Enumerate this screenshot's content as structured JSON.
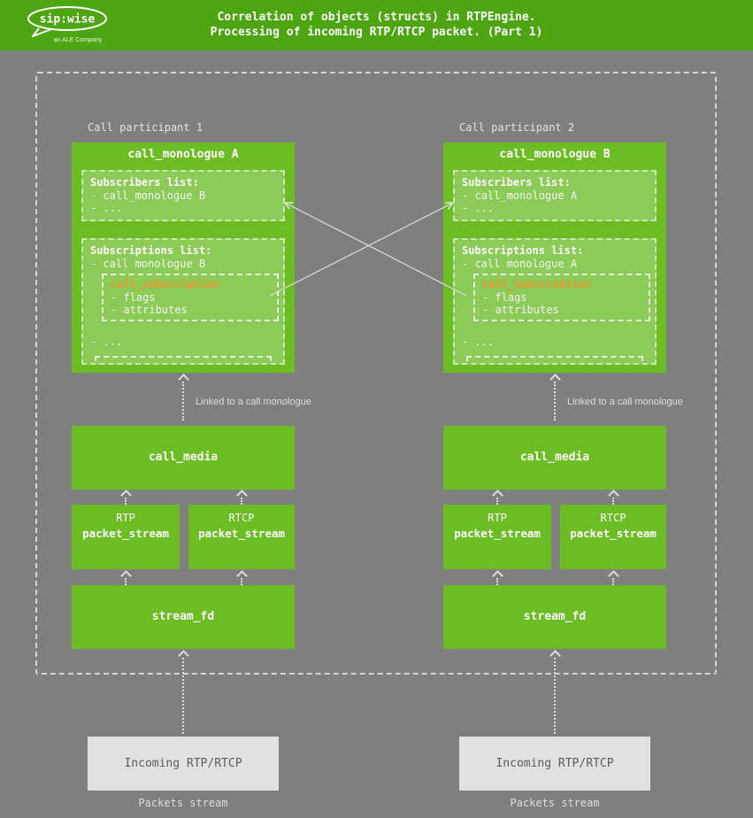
{
  "header": {
    "title_line1": "Correlation of objects (structs) in RTPEngine.",
    "title_line2": "Processing of incoming RTP/RTCP packet. (Part 1)",
    "logo": {
      "text": "sip:wise",
      "subtext": "an ALE Company"
    }
  },
  "colors": {
    "header_green": "#4da512",
    "box_green": "#6bbd23",
    "subbox_green": "#8ccb57",
    "background_gray": "#7f7f7f",
    "accent_orange": "#e89a30",
    "light_text": "#dcdcdc",
    "incoming_box_bg": "#e1e1e1"
  },
  "participants": [
    {
      "label": "Call participant 1",
      "monologue_title": "call_monologue A",
      "subscribers_title": "Subscribers list:",
      "subscribers_item": "- call_monologue B",
      "subscribers_more": "- ...",
      "subscriptions_title": "Subscriptions list:",
      "subscriptions_item": "- call monologue B",
      "subscription_box_title": "call_subscription",
      "subscription_flags": "- flags",
      "subscription_attributes": "- attributes",
      "subscriptions_more": "- ...",
      "linked_label": "Linked to a call monologue",
      "call_media_label": "call_media",
      "rtp_label": "RTP",
      "rtcp_label": "RTCP",
      "packet_stream_label": "packet_stream",
      "stream_fd_label": "stream_fd",
      "incoming_label": "Incoming RTP/RTCP",
      "packets_stream_label": "Packets stream"
    },
    {
      "label": "Call participant 2",
      "monologue_title": "call_monologue B",
      "subscribers_title": "Subscribers list:",
      "subscribers_item": "- call_monologue A",
      "subscribers_more": "- ...",
      "subscriptions_title": "Subscriptions list:",
      "subscriptions_item": "- call monologue A",
      "subscription_box_title": "call_subscription",
      "subscription_flags": "- flags",
      "subscription_attributes": "- attributes",
      "subscriptions_more": "- ...",
      "linked_label": "Linked to a call monologue",
      "call_media_label": "call_media",
      "rtp_label": "RTP",
      "rtcp_label": "RTCP",
      "packet_stream_label": "packet_stream",
      "stream_fd_label": "stream_fd",
      "incoming_label": "Incoming RTP/RTCP",
      "packets_stream_label": "Packets stream"
    }
  ]
}
